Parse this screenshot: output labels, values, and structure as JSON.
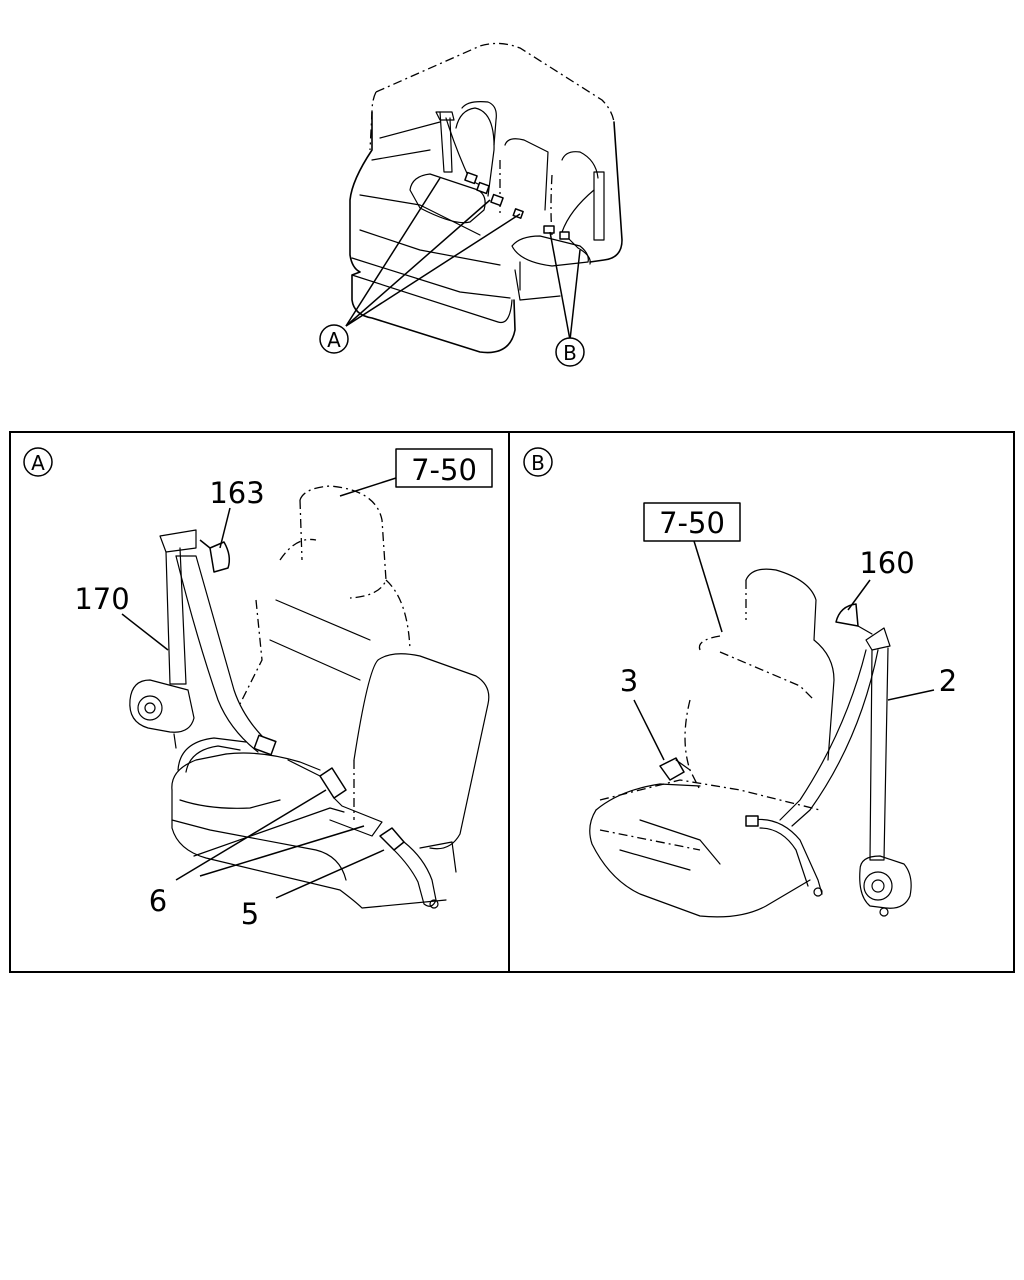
{
  "overview": {
    "callout_a": "A",
    "callout_b": "B"
  },
  "panel_a": {
    "marker": "A",
    "ref_box": "7-50",
    "labels": {
      "p163": "163",
      "p170": "170",
      "p6": "6",
      "p5": "5"
    }
  },
  "panel_b": {
    "marker": "B",
    "ref_box": "7-50",
    "labels": {
      "p160": "160",
      "p3": "3",
      "p2": "2"
    }
  }
}
